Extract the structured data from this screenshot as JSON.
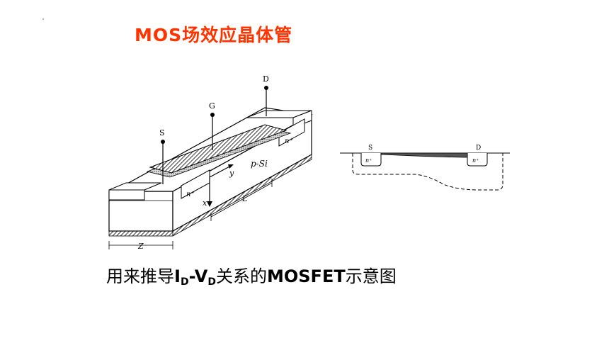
{
  "slide": {
    "title": {
      "mos": "MOS",
      "rest": "场效应晶体管"
    },
    "colors": {
      "title": "#ff3300",
      "text": "#000000",
      "background": "#ffffff"
    },
    "diagram_main": {
      "source_label": "S",
      "gate_label": "G",
      "drain_label": "D",
      "n_plus_left": "n⁺",
      "n_plus_right": "n⁺",
      "substrate_label": "p-Si",
      "axis_y": "y",
      "axis_x": "x",
      "length_label": "L",
      "width_label": "Z"
    },
    "diagram_side": {
      "source_label": "S",
      "drain_label": "D",
      "n_plus_left": "n⁺",
      "n_plus_right": "n⁺"
    },
    "caption": {
      "prefix": "用来推导",
      "i": "I",
      "i_sub": "D",
      "dash": "-",
      "v": "V",
      "v_sub": "D",
      "mid": "关系的",
      "mosfet": "MOSFET",
      "suffix": "示意图"
    }
  }
}
